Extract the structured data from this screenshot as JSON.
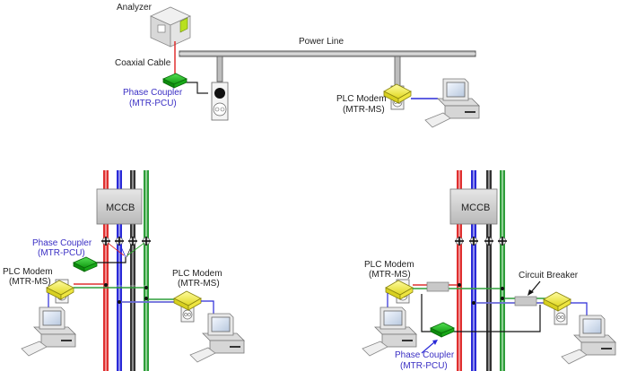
{
  "diagram": {
    "type": "PLC network diagram",
    "top_scene": {
      "analyzer_label": "Analyzer",
      "coaxial_label": "Coaxial Cable",
      "power_line_label": "Power Line",
      "coupler_label_line1": "Phase Coupler",
      "coupler_label_line2": "(MTR-PCU)",
      "modem_label_line1": "PLC Modem",
      "modem_label_line2": "(MTR-MS)"
    },
    "bottom_left_scene": {
      "mccb_label": "MCCB",
      "coupler_label_line1": "Phase Coupler",
      "coupler_label_line2": "(MTR-PCU)",
      "modem_left_line1": "PLC Modem",
      "modem_left_line2": "(MTR-MS)",
      "modem_right_line1": "PLC Modem",
      "modem_right_line2": "(MTR-MS)"
    },
    "bottom_right_scene": {
      "mccb_label": "MCCB",
      "modem_label_line1": "PLC Modem",
      "modem_label_line2": "(MTR-MS)",
      "breaker_label": "Circuit Breaker",
      "coupler_label_line1": "Phase Coupler",
      "coupler_label_line2": "(MTR-PCU)"
    },
    "colors": {
      "phase_r": "#e03030",
      "phase_s": "#2a2ad8",
      "phase_t": "#333333",
      "neutral": "#2e9e3a",
      "coupler": "#22b822",
      "modem": "#f3ee3a",
      "label_blue": "#3a2fc4"
    }
  }
}
